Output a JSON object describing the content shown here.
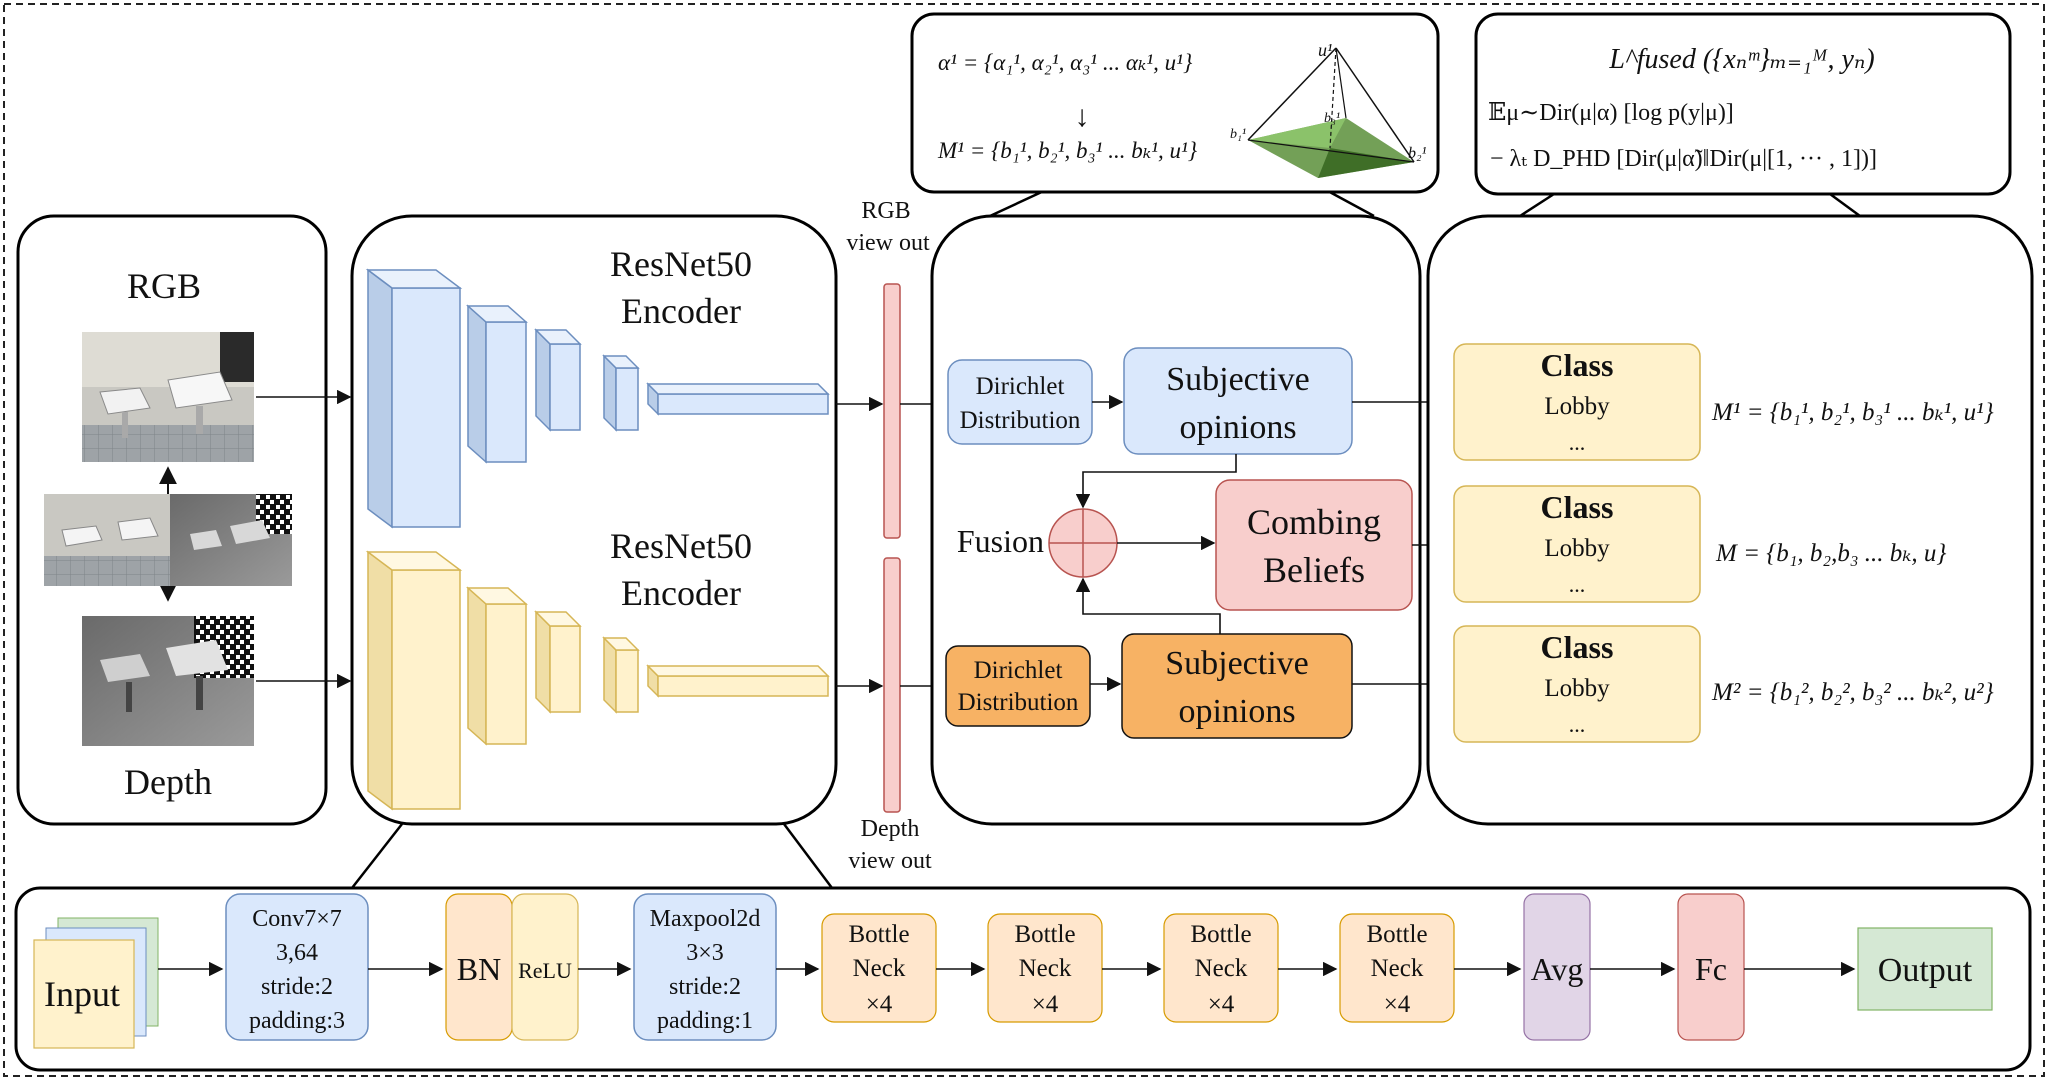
{
  "input_panel": {
    "rgb_label": "RGB",
    "depth_label": "Depth"
  },
  "encoder_panel": {
    "rgb_encoder_label_line1": "ResNet50",
    "rgb_encoder_label_line2": "Encoder",
    "depth_encoder_label_line1": "ResNet50",
    "depth_encoder_label_line2": "Encoder"
  },
  "view_out": {
    "rgb_line1": "RGB",
    "rgb_line2": "view out",
    "depth_line1": "Depth",
    "depth_line2": "view out"
  },
  "fusion_panel": {
    "rgb_dirichlet_line1": "Dirichlet",
    "rgb_dirichlet_line2": "Distribution",
    "rgb_opinion_line1": "Subjective",
    "rgb_opinion_line2": "opinions",
    "fusion_label": "Fusion",
    "combining_line1": "Combing",
    "combining_line2": "Beliefs",
    "depth_dirichlet_line1": "Dirichlet",
    "depth_dirichlet_line2": "Distribution",
    "depth_opinion_line1": "Subjective",
    "depth_opinion_line2": "opinions"
  },
  "class_panel": {
    "boxes": [
      {
        "title": "Class",
        "item": "Lobby",
        "more": "...",
        "formula": "M¹ = {b₁¹, b₂¹, b₃¹ ... bₖ¹, u¹}"
      },
      {
        "title": "Class",
        "item": "Lobby",
        "more": "...",
        "formula": "M = {b₁, b₂,b₃ ... bₖ, u}"
      },
      {
        "title": "Class",
        "item": "Lobby",
        "more": "...",
        "formula": "M² = {b₁², b₂², b₃² ... bₖ², u²}"
      }
    ]
  },
  "opinion_callout": {
    "alpha_formula": "α¹ = {α₁¹, α₂¹, α₃¹ ... αₖ¹, u¹}",
    "arrow_glyph": "↓",
    "m_formula": "M¹ = {b₁¹, b₂¹, b₃¹ ... bₖ¹, u¹}",
    "vertex_top": "u¹",
    "vertex_left": "b₁¹",
    "vertex_mid": "b₃¹",
    "vertex_right": "b₂¹"
  },
  "loss_callout": {
    "line1": "L^fused ({xₙᵐ}ₘ₌₁ᴹ, yₙ)",
    "line2": "𝔼μ∼Dir(μ|α) [log p(y|μ)]",
    "line3": "− λₜ D_PHD [Dir(μ|α̃)‖Dir(μ|[1, ··· , 1])]"
  },
  "pipeline": {
    "input": "Input",
    "conv_line1": "Conv7×7",
    "conv_line2": "3,64",
    "conv_line3": "stride:2",
    "conv_line4": "padding:3",
    "bn": "BN",
    "relu": "ReLU",
    "maxpool_line1": "Maxpool2d",
    "maxpool_line2": "3×3",
    "maxpool_line3": "stride:2",
    "maxpool_line4": "padding:1",
    "bottlenecks": [
      {
        "line1": "Bottle",
        "line2": "Neck",
        "line3": "×4"
      },
      {
        "line1": "Bottle",
        "line2": "Neck",
        "line3": "×4"
      },
      {
        "line1": "Bottle",
        "line2": "Neck",
        "line3": "×4"
      },
      {
        "line1": "Bottle",
        "line2": "Neck",
        "line3": "×4"
      }
    ],
    "avg": "Avg",
    "fc": "Fc",
    "output": "Output"
  },
  "colors": {
    "blue_fill": "#dae8fc",
    "blue_stroke": "#6c8ebf",
    "yellow_fill": "#fff2cc",
    "yellow_stroke": "#d6b656",
    "orange_fill": "#f7b264",
    "orange_light": "#ffe6cc",
    "pink_fill": "#f8cecc",
    "pink_stroke": "#b85450",
    "green_fill": "#d5e8d4",
    "purple_fill": "#e1d5e7"
  }
}
